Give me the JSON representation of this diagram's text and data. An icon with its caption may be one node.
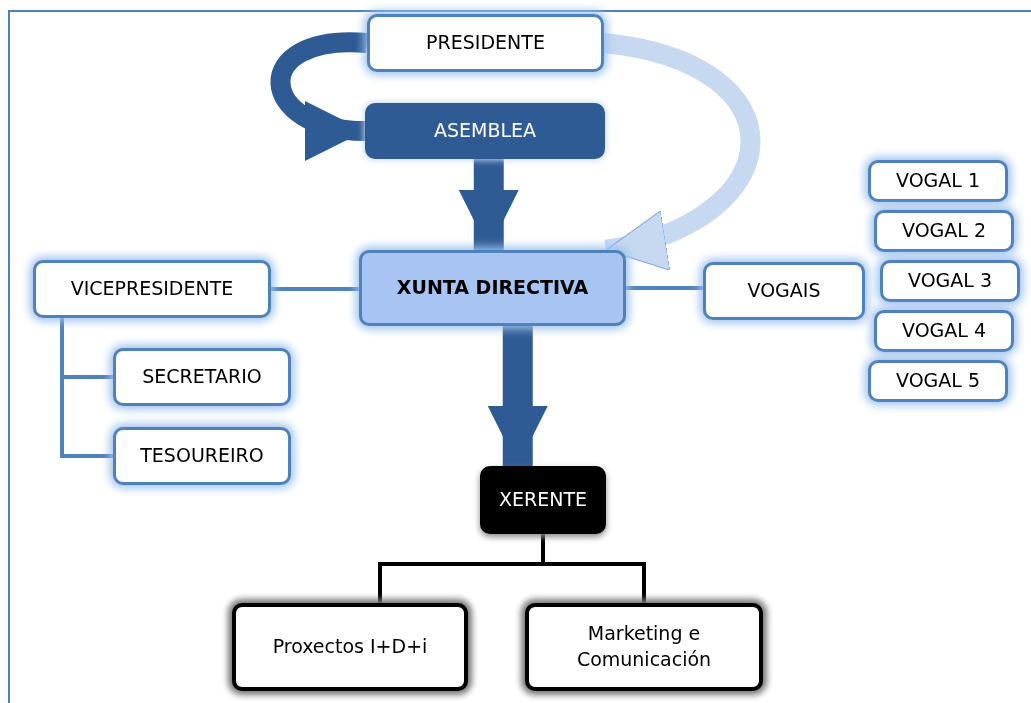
{
  "diagram": {
    "nodes": [
      {
        "text": [
          "PRESIDENTE"
        ]
      },
      {
        "text": [
          "ASEMBLEA"
        ]
      },
      {
        "text": [
          "XUNTA DIRECTIVA"
        ]
      },
      {
        "text": [
          "VICEPRESIDENTE"
        ]
      },
      {
        "text": [
          "SECRETARIO"
        ]
      },
      {
        "text": [
          "TESOUREIRO"
        ]
      },
      {
        "text": [
          "VOGAIS"
        ]
      },
      {
        "text": [
          "VOGAL 1"
        ]
      },
      {
        "text": [
          "VOGAL 2"
        ]
      },
      {
        "text": [
          "VOGAL 3"
        ]
      },
      {
        "text": [
          "VOGAL 4"
        ]
      },
      {
        "text": [
          "VOGAL 5"
        ]
      },
      {
        "text": [
          "XERENTE"
        ]
      },
      {
        "text": [
          "Proxectos I+D+i"
        ]
      },
      {
        "text": [
          "Marketing e Comunicación"
        ]
      }
    ],
    "edges": [
      {
        "from": 0,
        "to": 1,
        "arrow": "to",
        "style": "thick"
      },
      {
        "from": 0,
        "to": 2,
        "arrow": "to",
        "style": "thick",
        "color": "#c6d9f1"
      },
      {
        "from": 1,
        "to": 2,
        "arrow": "to",
        "style": "thick"
      },
      {
        "from": 2,
        "to": 12,
        "arrow": "to",
        "style": "thick"
      },
      {
        "from": 2,
        "to": 3,
        "arrow": "none"
      },
      {
        "from": 2,
        "to": 6,
        "arrow": "none"
      },
      {
        "from": 3,
        "to": 4,
        "arrow": "none"
      },
      {
        "from": 3,
        "to": 5,
        "arrow": "none"
      },
      {
        "from": 12,
        "to": 13,
        "arrow": "none",
        "color": "#000000"
      },
      {
        "from": 12,
        "to": 14,
        "arrow": "none",
        "color": "#000000"
      }
    ]
  }
}
